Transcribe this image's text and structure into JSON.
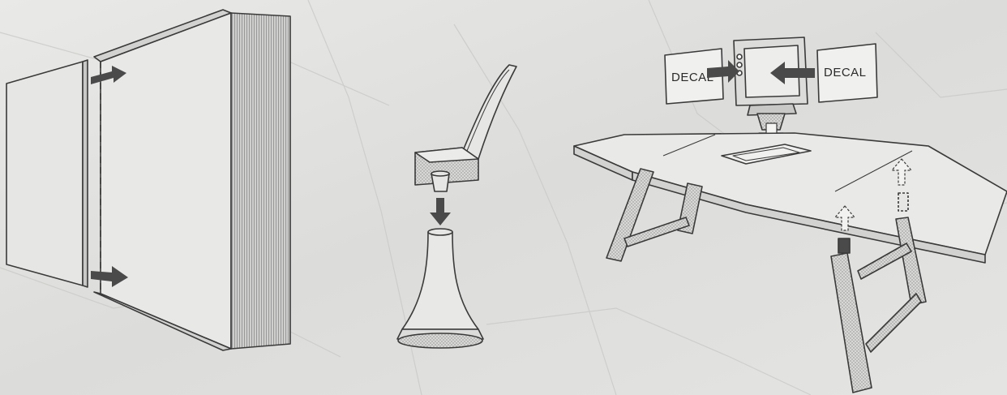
{
  "colors": {
    "paper": "#e2e2e0",
    "ink": "#3a3a3a",
    "arrow": "#4a4a4a",
    "hatch": "#9a9a9a"
  },
  "decals": {
    "left_label": "DECAL",
    "right_label": "DECAL"
  },
  "steps": [
    {
      "id": "cabinet-step",
      "icon": "side-panel-attach"
    },
    {
      "id": "chair-step",
      "icon": "seat-on-base"
    },
    {
      "id": "desk-step",
      "icon": "desk-monitor-decal"
    }
  ]
}
